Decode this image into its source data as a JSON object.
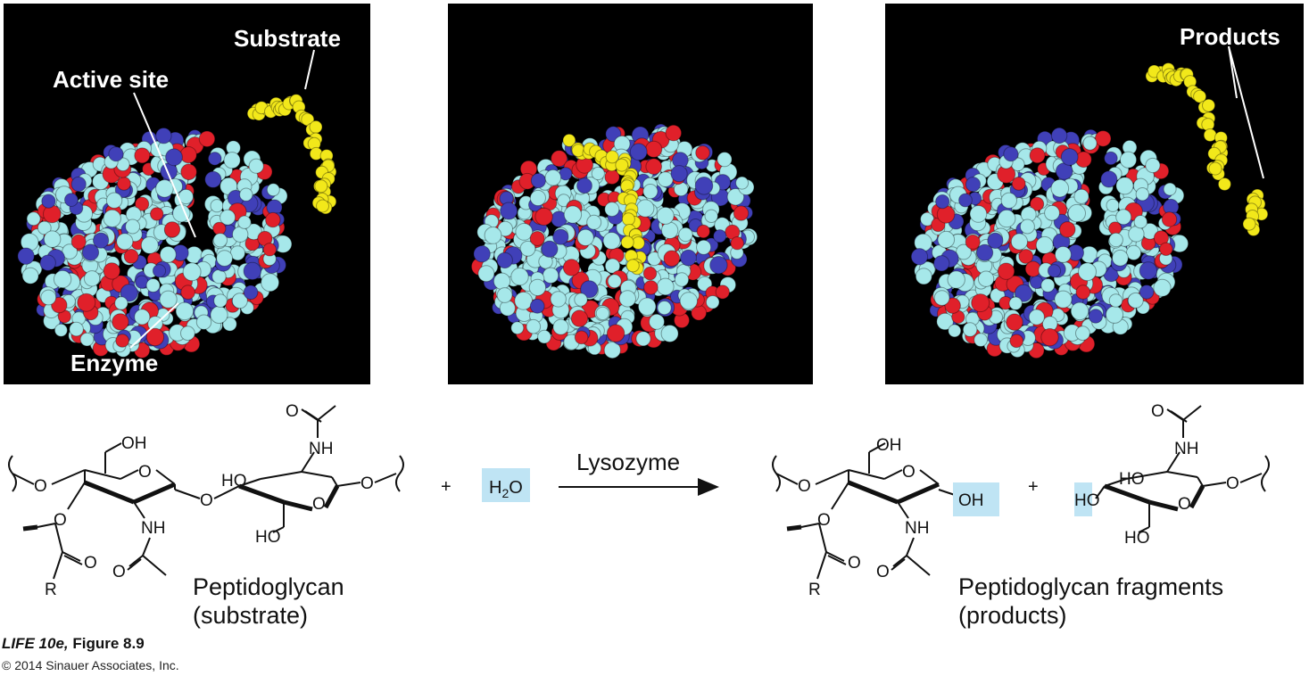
{
  "panels": {
    "p1": {
      "substrate_label": "Substrate",
      "active_site_label": "Active site",
      "enzyme_label": "Enzyme"
    },
    "p3": {
      "products_label": "Products"
    }
  },
  "reaction": {
    "plus": "+",
    "water": "H2O",
    "enzyme_name": "Lysozyme",
    "substrate_name": "Peptidoglycan",
    "substrate_role": "(substrate)",
    "products_name": "Peptidoglycan fragments",
    "products_role": "(products)",
    "atoms": {
      "OH": "OH",
      "HO": "HO",
      "O": "O",
      "NH": "NH",
      "R": "R"
    }
  },
  "colors": {
    "enzyme_carbon": "#a6e8ea",
    "enzyme_oxygen": "#e0202a",
    "enzyme_nitrogen": "#4040b8",
    "substrate_yellow": "#f2e81a",
    "highlight": "#bfe4f4"
  },
  "caption": {
    "book": "LIFE 10e,",
    "figure": "Figure 8.9",
    "copyright": "© 2014 Sinauer Associates, Inc."
  }
}
